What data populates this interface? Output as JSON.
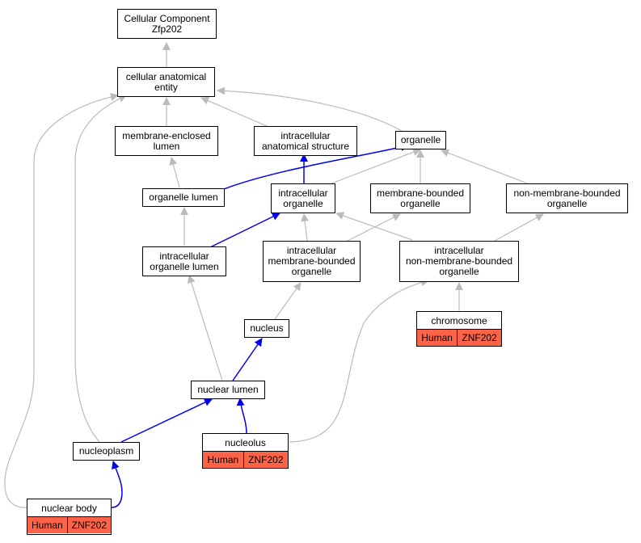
{
  "colors": {
    "inherit_edge": "#bbbbbb",
    "part_of_edge": "#0000ee",
    "node_border": "#000000",
    "gene_badge_fill": "#ff6347"
  },
  "nodes": {
    "cellular_component": "Cellular Component\nZfp202",
    "cellular_anatomical_entity": "cellular anatomical\nentity",
    "membrane_enclosed_lumen": "membrane-enclosed\nlumen",
    "intracellular_anatomical_structure": "intracellular\nanatomical structure",
    "organelle": "organelle",
    "organelle_lumen": "organelle lumen",
    "intracellular_organelle": "intracellular\norganelle",
    "membrane_bounded_organelle": "membrane-bounded\norganelle",
    "non_membrane_bounded_organelle": "non-membrane-bounded\norganelle",
    "intracellular_organelle_lumen": "intracellular\norganelle lumen",
    "intracellular_membrane_bounded_organelle": "intracellular\nmembrane-bounded\norganelle",
    "intracellular_non_membrane_bounded_organelle": "intracellular\nnon-membrane-bounded\norganelle",
    "nucleus": "nucleus",
    "nuclear_lumen": "nuclear lumen",
    "nucleoplasm": "nucleoplasm"
  },
  "gene_nodes": {
    "chromosome": {
      "title": "chromosome",
      "species": "Human",
      "gene": "ZNF202"
    },
    "nucleolus": {
      "title": "nucleolus",
      "species": "Human",
      "gene": "ZNF202"
    },
    "nuclear_body": {
      "title": "nuclear body",
      "species": "Human",
      "gene": "ZNF202"
    }
  }
}
